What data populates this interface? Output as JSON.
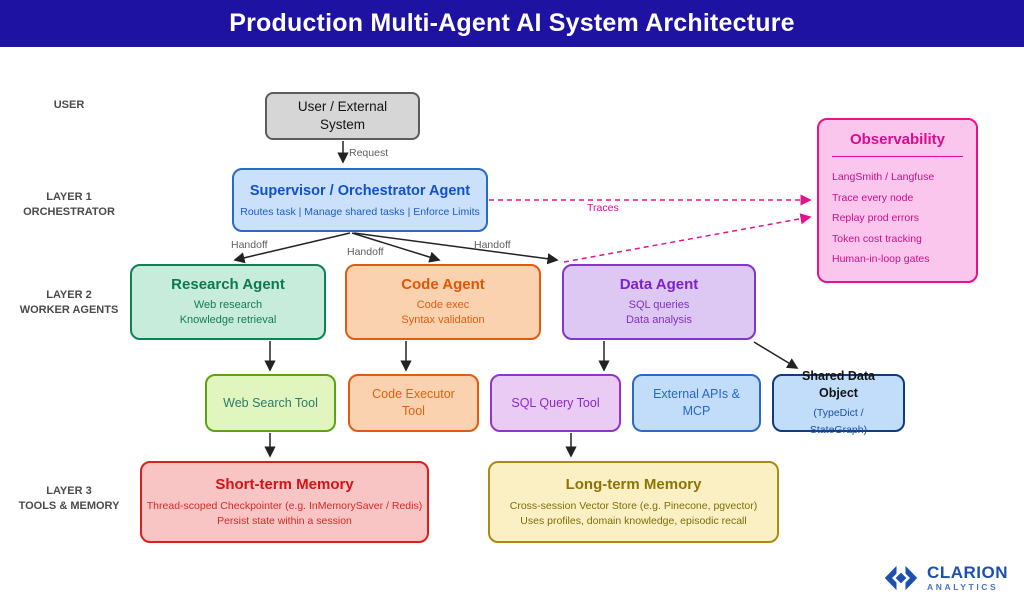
{
  "header": {
    "title": "Production Multi-Agent AI System Architecture"
  },
  "layers": {
    "user": "USER",
    "layer1_line1": "LAYER 1",
    "layer1_line2": "ORCHESTRATOR",
    "layer2_line1": "LAYER 2",
    "layer2_line2": "WORKER AGENTS",
    "layer3_line1": "LAYER 3",
    "layer3_line2": "TOOLS & MEMORY"
  },
  "edges": {
    "request": "Request",
    "handoff": "Handoff",
    "traces": "Traces"
  },
  "nodes": {
    "user_box": {
      "title": "User / External System"
    },
    "supervisor": {
      "title": "Supervisor / Orchestrator Agent",
      "subtitle": "Routes task | Manage shared tasks | Enforce Limits"
    },
    "observability": {
      "title": "Observability",
      "items": [
        "LangSmith / Langfuse",
        "Trace every node",
        "Replay prod errors",
        "Token cost tracking",
        "Human-in-loop gates"
      ]
    },
    "research_agent": {
      "title": "Research Agent",
      "line1": "Web research",
      "line2": "Knowledge retrieval"
    },
    "code_agent": {
      "title": "Code Agent",
      "line1": "Code exec",
      "line2": "Syntax validation"
    },
    "data_agent": {
      "title": "Data Agent",
      "line1": "SQL queries",
      "line2": "Data analysis"
    },
    "web_search_tool": {
      "title": "Web Search Tool"
    },
    "code_executor_tool": {
      "title": "Code Executor Tool"
    },
    "sql_query_tool": {
      "title": "SQL Query Tool"
    },
    "external_apis": {
      "title": "External APIs & MCP"
    },
    "shared_data_object": {
      "title": "Shared Data Object",
      "subtitle": "(TypeDict / StateGraph)"
    },
    "short_term_memory": {
      "title": "Short-term Memory",
      "line1": "Thread-scoped Checkpointer (e.g. InMemorySaver / Redis)",
      "line2": "Persist state within a session"
    },
    "long_term_memory": {
      "title": "Long-term Memory",
      "line1": "Cross-session Vector Store (e.g. Pinecone, pgvector)",
      "line2": "Uses profiles, domain knowledge, episodic recall"
    }
  },
  "logo": {
    "name": "CLARION",
    "subname": "ANALYTICS"
  },
  "colors": {
    "header_bg": "#1E12A2",
    "header_text": "#FFFFFF",
    "observability_accent": "#E81190",
    "traces": "#D60D8C",
    "supervisor_accent": "#2A69C6",
    "research_accent": "#0F8159",
    "code_accent": "#DF5D0E",
    "data_accent": "#8136C4",
    "web_tool_accent": "#5CA512",
    "sql_tool_accent": "#9334C9",
    "shared_accent": "#0E3C7E",
    "short_mem_accent": "#DA1F1F",
    "long_mem_accent": "#AA8B10",
    "logo_blue": "#1D50AE"
  }
}
